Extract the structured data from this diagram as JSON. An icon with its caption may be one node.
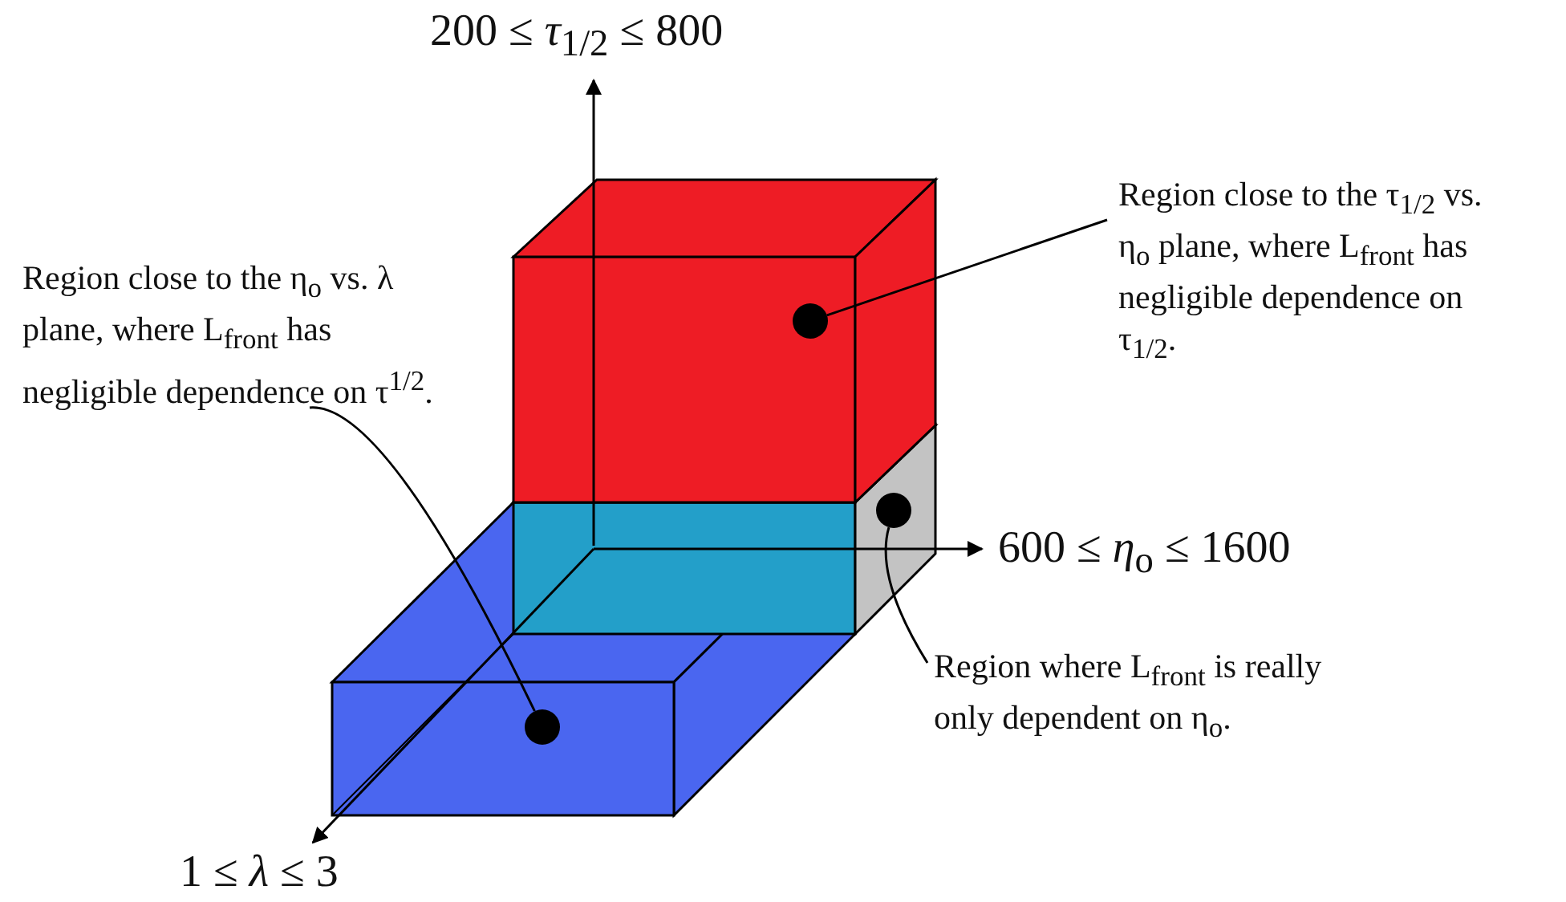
{
  "diagram": {
    "nodes": [
      {
        "text": [
          "Region close to the τ$_{1/2}$ vs. η$_{o}$ plane, where L$_{front}$ has negligible dependence on τ$_{1/2}$."
        ]
      },
      {
        "text": [],
        "shape": "circle"
      },
      {
        "text": [
          "Region close to the η$_{o}$ vs. λ plane, where L$_{front}$ has negligible dependence on τ$^{1/2}$."
        ]
      },
      {
        "text": [],
        "shape": "circle"
      },
      {
        "text": [],
        "shape": "circle"
      },
      {
        "text": [
          "Region where L$_{front}$ is really only dependent on η$_{o}$."
        ]
      }
    ],
    "edges": [
      {
        "from": 0,
        "to": 1,
        "arrow": "none"
      },
      {
        "from": 2,
        "to": 3,
        "arrow": "none"
      },
      {
        "from": 5,
        "to": 4,
        "arrow": "none"
      }
    ],
    "labels": [
      "200 ≤ *τ*$_{1/2}$ ≤ 800",
      "600 ≤ *η*$_{o}$ ≤ 1600",
      "1 ≤ *λ* ≤ 3"
    ]
  }
}
